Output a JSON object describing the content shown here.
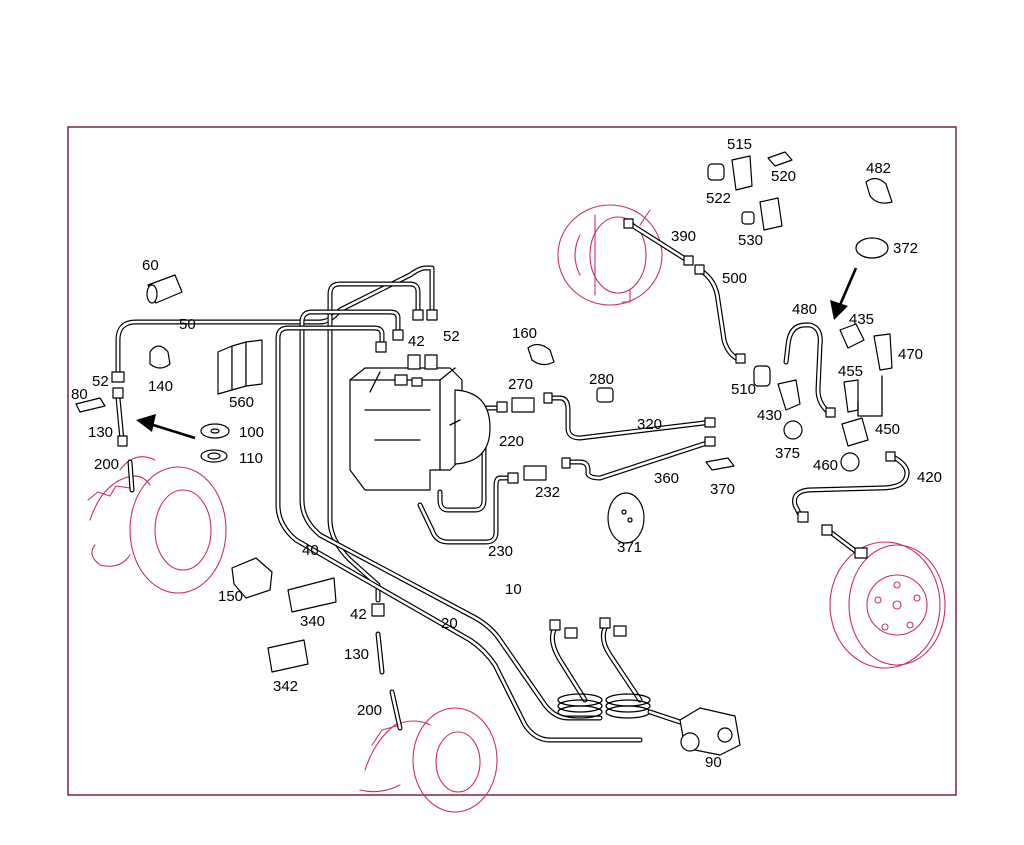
{
  "colors": {
    "frame": "#6b1b2e",
    "ink": "#000000",
    "ghost": "#c8325a",
    "background": "#ffffff"
  },
  "callouts": [
    {
      "id": "c60",
      "text": "60"
    },
    {
      "id": "c50",
      "text": "50"
    },
    {
      "id": "c52a",
      "text": "52"
    },
    {
      "id": "c140",
      "text": "140"
    },
    {
      "id": "c80",
      "text": "80"
    },
    {
      "id": "c130a",
      "text": "130"
    },
    {
      "id": "c200a",
      "text": "200"
    },
    {
      "id": "c100",
      "text": "100"
    },
    {
      "id": "c110",
      "text": "110"
    },
    {
      "id": "c560",
      "text": "560"
    },
    {
      "id": "c42a",
      "text": "42"
    },
    {
      "id": "c52b",
      "text": "52"
    },
    {
      "id": "c160",
      "text": "160"
    },
    {
      "id": "c270",
      "text": "270"
    },
    {
      "id": "c280",
      "text": "280"
    },
    {
      "id": "c220",
      "text": "220"
    },
    {
      "id": "c320",
      "text": "320"
    },
    {
      "id": "c360",
      "text": "360"
    },
    {
      "id": "c232",
      "text": "232"
    },
    {
      "id": "c230",
      "text": "230"
    },
    {
      "id": "c370",
      "text": "370"
    },
    {
      "id": "c371",
      "text": "371"
    },
    {
      "id": "c40",
      "text": "40"
    },
    {
      "id": "c150",
      "text": "150"
    },
    {
      "id": "c340",
      "text": "340"
    },
    {
      "id": "c342",
      "text": "342"
    },
    {
      "id": "c42b",
      "text": "42"
    },
    {
      "id": "c130b",
      "text": "130"
    },
    {
      "id": "c200b",
      "text": "200"
    },
    {
      "id": "c20",
      "text": "20"
    },
    {
      "id": "c10",
      "text": "10"
    },
    {
      "id": "c90",
      "text": "90"
    },
    {
      "id": "c390",
      "text": "390"
    },
    {
      "id": "c500",
      "text": "500"
    },
    {
      "id": "c515",
      "text": "515"
    },
    {
      "id": "c520",
      "text": "520"
    },
    {
      "id": "c522",
      "text": "522"
    },
    {
      "id": "c530",
      "text": "530"
    },
    {
      "id": "c482",
      "text": "482"
    },
    {
      "id": "c372",
      "text": "372"
    },
    {
      "id": "c480",
      "text": "480"
    },
    {
      "id": "c435",
      "text": "435"
    },
    {
      "id": "c470",
      "text": "470"
    },
    {
      "id": "c455",
      "text": "455"
    },
    {
      "id": "c510",
      "text": "510"
    },
    {
      "id": "c430",
      "text": "430"
    },
    {
      "id": "c450",
      "text": "450"
    },
    {
      "id": "c375",
      "text": "375"
    },
    {
      "id": "c460",
      "text": "460"
    },
    {
      "id": "c420",
      "text": "420"
    }
  ]
}
